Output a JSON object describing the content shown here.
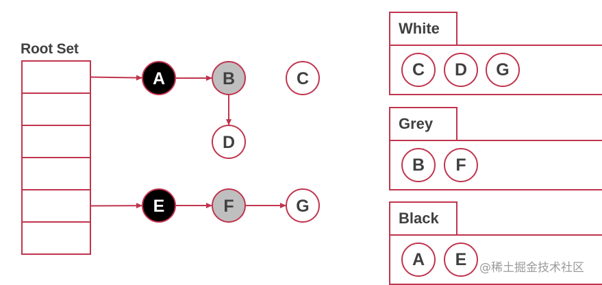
{
  "root_set": {
    "label": "Root Set",
    "slot_count": 6
  },
  "graph": {
    "nodes": [
      {
        "id": "A",
        "label": "A",
        "color": "black"
      },
      {
        "id": "B",
        "label": "B",
        "color": "grey"
      },
      {
        "id": "C",
        "label": "C",
        "color": "white"
      },
      {
        "id": "D",
        "label": "D",
        "color": "white"
      },
      {
        "id": "E",
        "label": "E",
        "color": "black"
      },
      {
        "id": "F",
        "label": "F",
        "color": "grey"
      },
      {
        "id": "G",
        "label": "G",
        "color": "white"
      }
    ],
    "edges": [
      {
        "from": "root-slot-1",
        "to": "A"
      },
      {
        "from": "A",
        "to": "B"
      },
      {
        "from": "B",
        "to": "D"
      },
      {
        "from": "root-slot-5",
        "to": "E"
      },
      {
        "from": "E",
        "to": "F"
      },
      {
        "from": "F",
        "to": "G"
      }
    ]
  },
  "sets": {
    "white": {
      "label": "White",
      "members": [
        "C",
        "D",
        "G"
      ]
    },
    "grey": {
      "label": "Grey",
      "members": [
        "B",
        "F"
      ]
    },
    "black": {
      "label": "Black",
      "members": [
        "A",
        "E"
      ]
    }
  },
  "colors": {
    "accent": "#c0334d",
    "black_fill": "#000000",
    "grey_fill": "#bfbfbf",
    "white_fill": "#ffffff",
    "text": "#404040"
  },
  "watermark": "@稀土掘金技术社区"
}
